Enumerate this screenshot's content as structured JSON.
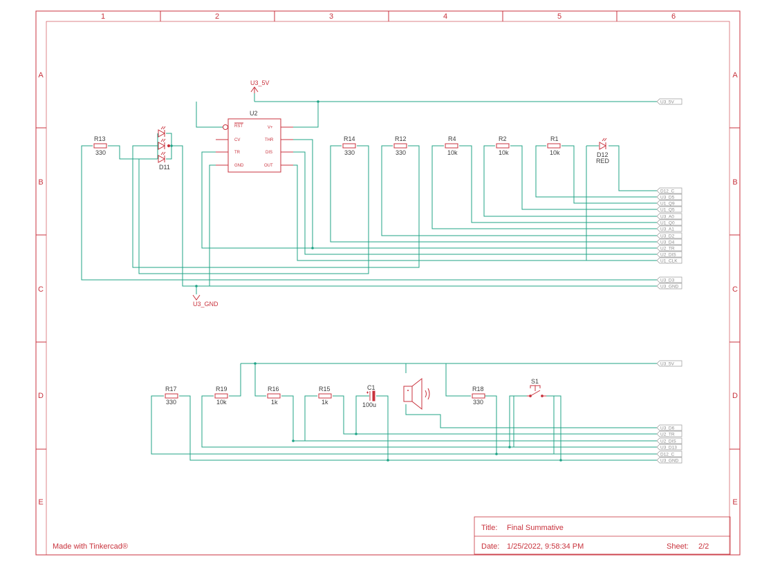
{
  "colors": {
    "frame": "#c8323c",
    "wire": "#1fa386",
    "text": "#c8323c",
    "label_text": "#8a8a8a",
    "background": "#ffffff"
  },
  "frame": {
    "columns": [
      "1",
      "2",
      "3",
      "4",
      "5",
      "6"
    ],
    "rows": [
      "A",
      "B",
      "C",
      "D",
      "E"
    ]
  },
  "power": {
    "top_5v": "U3_5V",
    "ground": "U3_GND"
  },
  "chip": {
    "name": "U2",
    "pins_left": [
      "RST",
      "CV",
      "TR",
      "GND"
    ],
    "pins_right": [
      "V+",
      "THR",
      "DIS",
      "OUT"
    ]
  },
  "top_components": {
    "r13": {
      "name": "R13",
      "value": "330"
    },
    "d11": {
      "name": "D11"
    },
    "r14": {
      "name": "R14",
      "value": "330"
    },
    "r12": {
      "name": "R12",
      "value": "330"
    },
    "r4": {
      "name": "R4",
      "value": "10k"
    },
    "r2": {
      "name": "R2",
      "value": "10k"
    },
    "r1": {
      "name": "R1",
      "value": "10k"
    },
    "d12": {
      "name": "D12",
      "value": "RED"
    }
  },
  "top_net_labels": [
    "U3_5V",
    "D12_C",
    "U3_D5",
    "U1_Q9",
    "U1_Q5",
    "U3_A0",
    "U1_Q0",
    "U3_A1",
    "U3_D2",
    "U3_D4",
    "U2_TR",
    "U2_DIS",
    "U1_CLK",
    "U3_D3",
    "U3_GND"
  ],
  "bottom_components": {
    "r17": {
      "name": "R17",
      "value": "330"
    },
    "r19": {
      "name": "R19",
      "value": "10k"
    },
    "r16": {
      "name": "R16",
      "value": "1k"
    },
    "r15": {
      "name": "R15",
      "value": "1k"
    },
    "c1": {
      "name": "C1",
      "value": "100u"
    },
    "r18": {
      "name": "R18",
      "value": "330"
    },
    "s1": {
      "name": "S1"
    }
  },
  "bottom_net_labels": [
    "U3_5V",
    "U3_D6",
    "U2_TR",
    "U2_DIS",
    "U3_D13",
    "D12_C",
    "U3_GND"
  ],
  "footer": {
    "made_with": "Made with Tinkercad®",
    "title_label": "Title:",
    "title_value": "Final Summative",
    "date_label": "Date:",
    "date_value": "1/25/2022, 9:58:34 PM",
    "sheet_label": "Sheet:",
    "sheet_value": "2/2"
  }
}
